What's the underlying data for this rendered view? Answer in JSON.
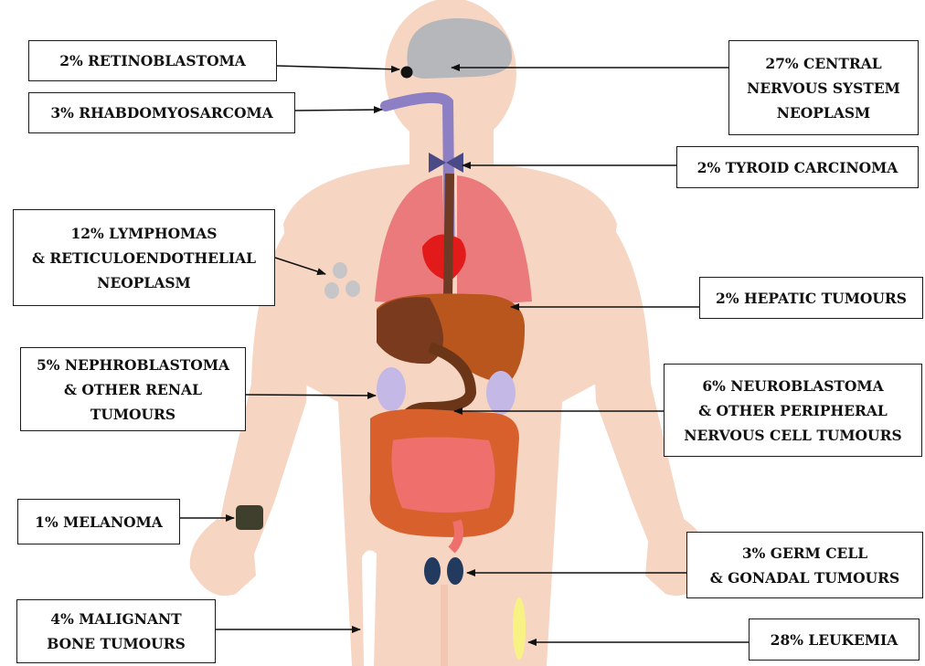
{
  "labels": {
    "retinoblastoma": "2% RETINOBLASTOMA",
    "rhabdomyosarcoma": "3% RHABDOMYOSARCOMA",
    "lymphomas": "12% LYMPHOMAS\n& RETICULOENDOTHELIAL\nNEOPLASM",
    "nephroblastoma": "5% NEPHROBLASTOMA\n& OTHER RENAL\nTUMOURS",
    "melanoma": "1% MELANOMA",
    "bone": "4% MALIGNANT\nBONE TUMOURS",
    "cns": "27% CENTRAL\nNERVOUS SYSTEM\nNEOPLASM",
    "thyroid": "2% TYROID CARCINOMA",
    "hepatic": "2% HEPATIC TUMOURS",
    "neuroblastoma": "6% NEUROBLASTOMA\n& OTHER PERIPHERAL\nNERVOUS CELL TUMOURS",
    "germ_cell": "3% GERM CELL\n& GONADAL TUMOURS",
    "leukemia": "28% LEUKEMIA"
  },
  "colors": {
    "skin": "#f6d5c2",
    "brain": "#b5b7ba",
    "lungs": "#e86a6e",
    "heart": "#e21a1a",
    "liver": "#b9561e",
    "colon": "#d8602c",
    "small_intestine": "#ef6f6c",
    "kidney": "#c4b8e6",
    "trachea": "#8c7fc4",
    "thyroid": "#4a4a86",
    "testis": "#213a5e",
    "bone_marrow": "#f7f283",
    "melanoma": "#3f3f2e",
    "lymph_node": "#c6c6c8",
    "arrow": "#111111"
  }
}
